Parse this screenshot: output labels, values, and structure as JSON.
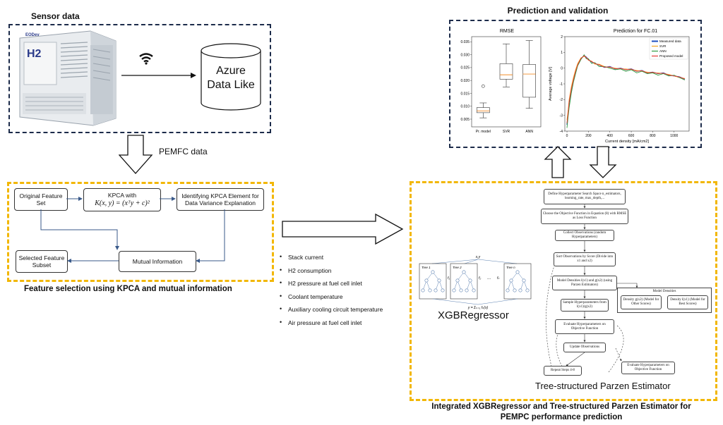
{
  "sensor": {
    "title": "Sensor data",
    "device_badge": "H2",
    "device_brand": "EODev",
    "cloud_line1": "Azure",
    "cloud_line2": "Data Like"
  },
  "pemfc_label": "PEMFC data",
  "kpca": {
    "box_original": "Original Feature Set",
    "box_kpca_title": "KPCA with",
    "box_kpca_formula": "K(x, y) = (xᵀy + c)²",
    "box_identify": "Identifying KPCA Element for Data Variance Explanation",
    "box_selected": "Selected Feature Subset",
    "box_mutual": "Mutual Information",
    "caption": "Feature selection using KPCA and mutual information"
  },
  "features": [
    "Stack current",
    "H2 consumption",
    "H2 pressure at fuel cell inlet",
    "Coolant temperature",
    "Auxiliary cooling circuit temperature",
    "Air pressure at fuel cell inlet"
  ],
  "prediction": {
    "title": "Prediction and validation",
    "rmse_chart": {
      "type": "box",
      "title": "RMSE",
      "categories": [
        "Pr. model",
        "SVR",
        "ANN"
      ],
      "yticks": [
        "0.005",
        "0.010",
        "0.015",
        "0.020",
        "0.025",
        "0.030",
        "0.035"
      ],
      "ylim": [
        0.002,
        0.037
      ],
      "boxes": [
        {
          "name": "Pr. model",
          "min": 0.0055,
          "q1": 0.0075,
          "median": 0.0082,
          "q3": 0.0095,
          "max": 0.0113,
          "outliers": [
            0.0178
          ]
        },
        {
          "name": "SVR",
          "min": 0.0175,
          "q1": 0.0205,
          "median": 0.0222,
          "q3": 0.0265,
          "max": 0.0342,
          "outliers": []
        },
        {
          "name": "ANN",
          "min": 0.0092,
          "q1": 0.0135,
          "median": 0.0225,
          "q3": 0.0262,
          "max": 0.0355,
          "outliers": []
        }
      ],
      "box_color": "#333333",
      "median_color": "#f28c28"
    },
    "fc_chart": {
      "type": "line",
      "title": "Prediction for FC.01",
      "xlabel": "Current density [mA/cm2]",
      "ylabel": "Average voltage [V]",
      "xticks": [
        "0",
        "200",
        "400",
        "600",
        "800",
        "1000"
      ],
      "yticks": [
        "2",
        "1",
        "0",
        "-1",
        "-2",
        "-3",
        "-4"
      ],
      "xlim": [
        -20,
        1140
      ],
      "ylim": [
        -4,
        2
      ],
      "x": [
        0,
        10,
        20,
        40,
        60,
        80,
        100,
        130,
        160,
        180,
        200,
        230,
        260,
        300,
        350,
        400,
        450,
        500,
        550,
        600,
        650,
        700,
        750,
        800,
        850,
        900,
        950,
        1000,
        1050,
        1100
      ],
      "series": [
        {
          "name": "Measured data",
          "color": "#1f4fbf",
          "values": [
            -3.6,
            -2.9,
            -2.2,
            -1.4,
            -0.8,
            -0.2,
            0.2,
            0.6,
            0.8,
            0.7,
            0.55,
            0.4,
            0.3,
            0.2,
            0.05,
            0.1,
            -0.05,
            0.0,
            -0.1,
            -0.05,
            -0.2,
            -0.15,
            -0.3,
            -0.25,
            -0.35,
            -0.3,
            -0.45,
            -0.5,
            -0.55,
            -0.7
          ]
        },
        {
          "name": "SVR",
          "color": "#f5a623",
          "values": [
            -3.3,
            -2.7,
            -2.0,
            -1.2,
            -0.6,
            -0.1,
            0.3,
            0.65,
            0.75,
            0.65,
            0.5,
            0.45,
            0.25,
            0.25,
            0.1,
            0.05,
            0.0,
            -0.05,
            -0.05,
            -0.1,
            -0.15,
            -0.2,
            -0.25,
            -0.3,
            -0.3,
            -0.35,
            -0.4,
            -0.5,
            -0.6,
            -0.65
          ]
        },
        {
          "name": "ANN",
          "color": "#2e9a3f",
          "values": [
            -3.8,
            -3.1,
            -2.5,
            -1.6,
            -0.9,
            -0.35,
            0.15,
            0.55,
            0.85,
            0.6,
            0.6,
            0.3,
            0.35,
            0.1,
            0.1,
            0.0,
            -0.1,
            -0.05,
            -0.2,
            -0.1,
            -0.3,
            -0.2,
            -0.35,
            -0.3,
            -0.45,
            -0.35,
            -0.5,
            -0.45,
            -0.6,
            -0.75
          ]
        },
        {
          "name": "Proposed model",
          "color": "#e53935",
          "values": [
            -3.5,
            -2.85,
            -2.15,
            -1.35,
            -0.75,
            -0.2,
            0.22,
            0.62,
            0.78,
            0.68,
            0.52,
            0.42,
            0.3,
            0.2,
            0.06,
            0.08,
            -0.04,
            -0.02,
            -0.1,
            -0.06,
            -0.2,
            -0.16,
            -0.3,
            -0.26,
            -0.34,
            -0.32,
            -0.44,
            -0.5,
            -0.56,
            -0.68
          ]
        }
      ],
      "legend_position": "top-right"
    }
  },
  "xgb": {
    "label": "XGBRegressor",
    "node_label": "x,y",
    "trees": [
      "Tree 1",
      "Tree 2",
      "Tree n"
    ],
    "f1": "f₁",
    "f2": "f₂",
    "dots": "...",
    "fk": "fₖ",
    "formula": "y = Σₖ₌₁ fₖ(x)"
  },
  "tpe": {
    "label": "Tree-structured Parzen Estimator",
    "step1": "Define Hyperparameter Search Space n_estimators, learning_rate, max_depth,...",
    "step2": "Choose the Objective Function in Equation (8) with RMSE as Loss Function",
    "step3": "Collect Observations (random Hyperparameters)",
    "step4": "Sort Observations by Score (Divide into x1 and x2)",
    "step5": "Model Densities l(x1) and g(x2) (using Parzen Estimators)",
    "step6": "Sample Hyperparameters from l(x1)/g(x2)",
    "step7": "Evaluate Hyperparameters on Objective Function",
    "step8": "Update Observations",
    "step9": "Repeat Steps 4-8",
    "side_eval": "Evaluate Hyperparameters on Objective Function",
    "densities_title": "Model Densities",
    "density_g": "Density g(x2) (Model for Other Scores)",
    "density_l": "Density l(x1) (Model for Best Scores)"
  },
  "bottom_caption_line1": "Integrated XGBRegressor and Tree-structured Parzen Estimator for",
  "bottom_caption_line2": "PEMPC performance prediction"
}
